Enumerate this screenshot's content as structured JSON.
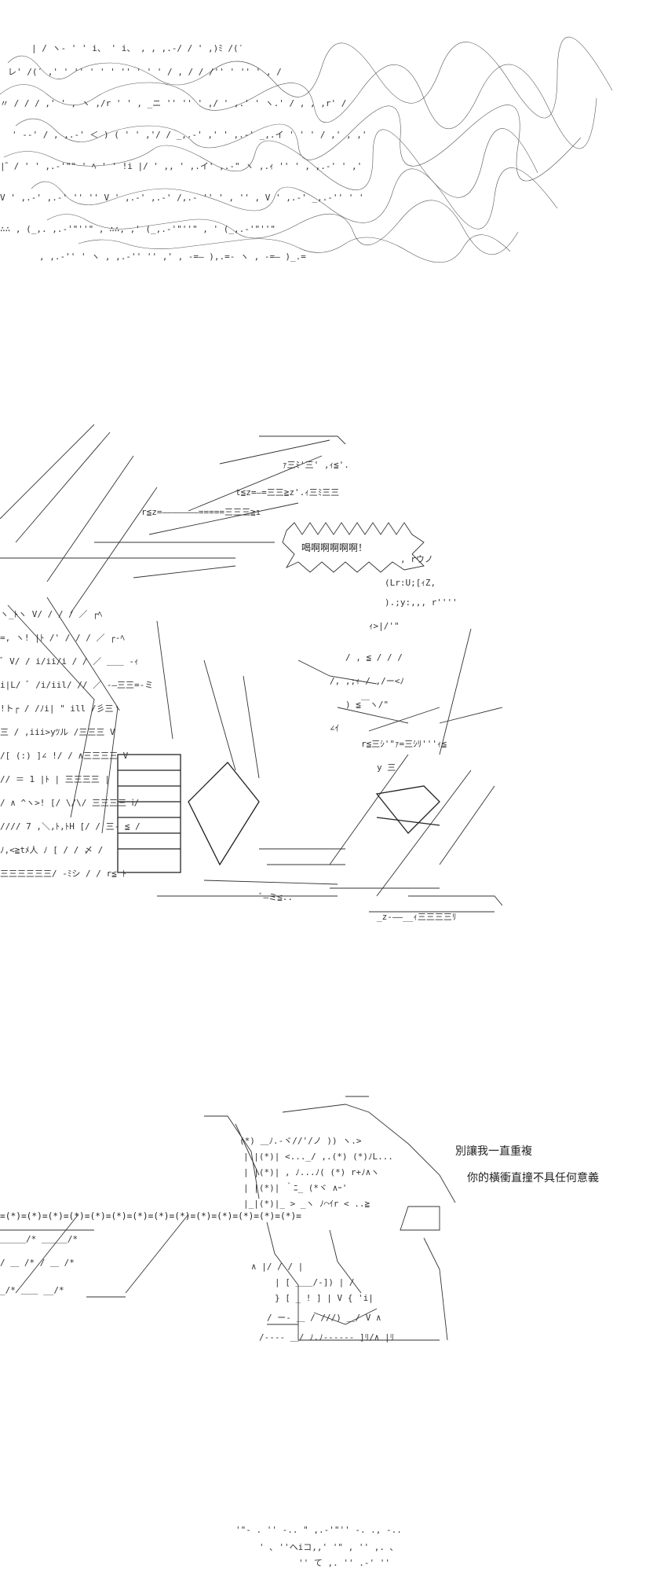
{
  "panels": [
    {
      "id": "wave-scene"
    },
    {
      "id": "charge-scene",
      "speech_bubble": "喝啊啊啊啊啊！"
    },
    {
      "id": "dialogue-scene",
      "caption_line_1": "別讓我一直重複",
      "caption_line_2": "你的橫衝直撞不具任何意義",
      "chain_text": "=(*)=(*)=(*)=(*)=(*)=(*)=(*)=(*)=(*)=(*)=(*)=(*)=(*)=(*)="
    },
    {
      "id": "bottom-fragment"
    }
  ],
  "colors": {
    "ink": "#333333",
    "paper": "#ffffff"
  }
}
